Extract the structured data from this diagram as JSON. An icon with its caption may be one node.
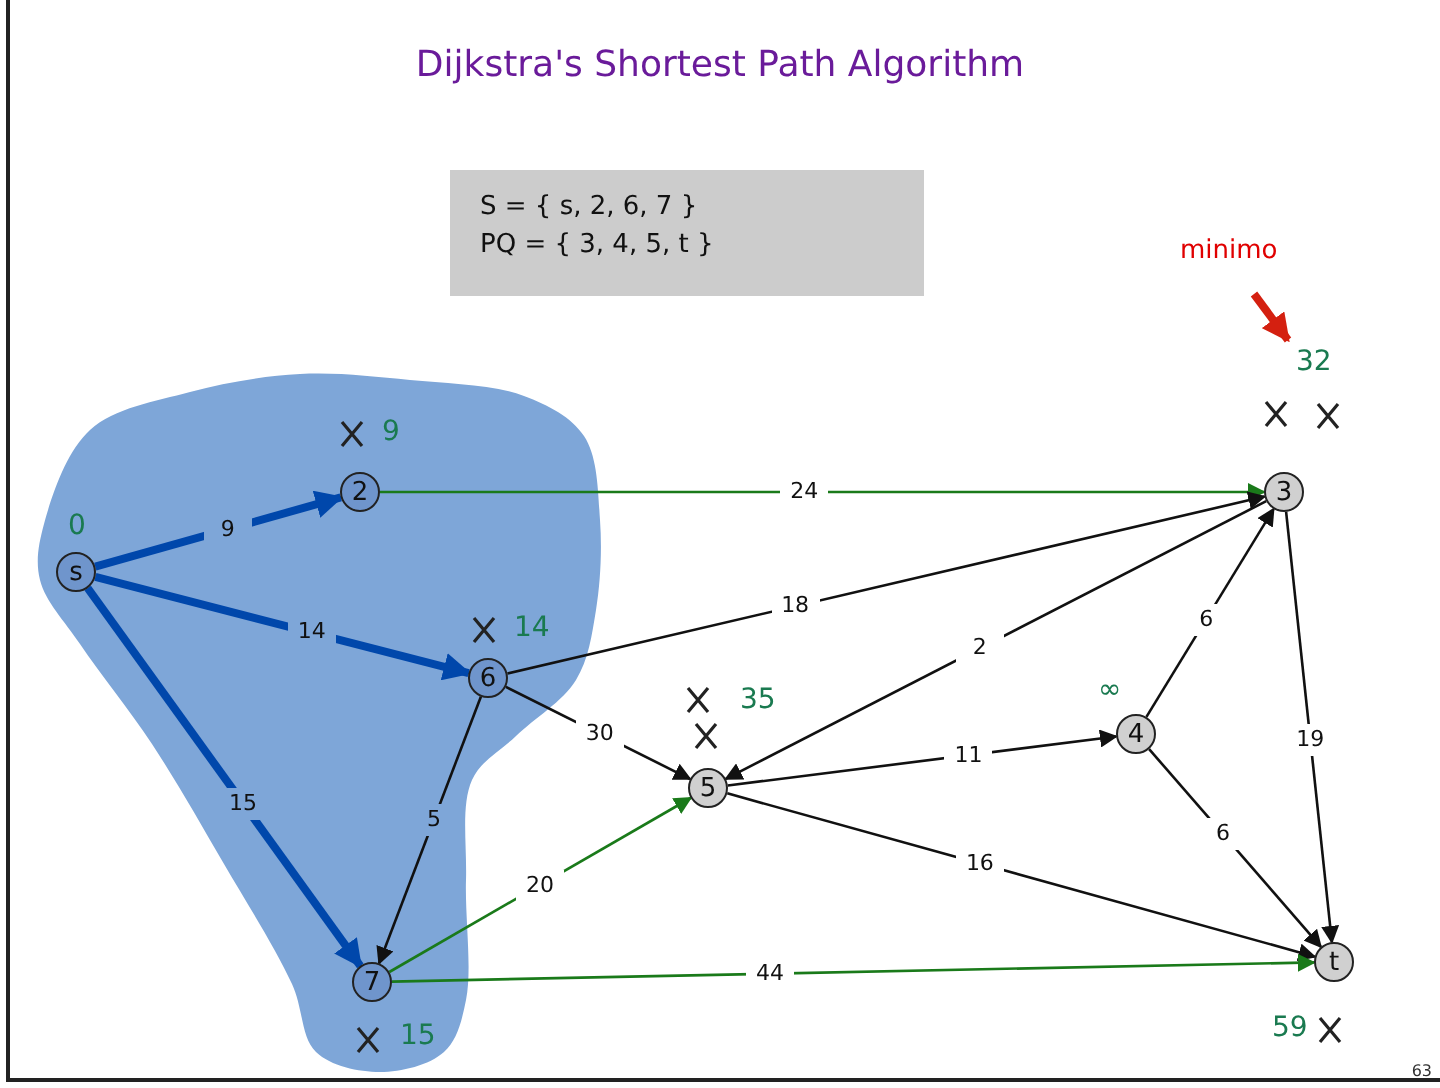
{
  "diagram": {
    "title": "Dijkstra's Shortest Path Algorithm",
    "nodes": [
      {
        "text": [
          "S = { s, 2, 6, 7 }",
          "PQ = { 3, 4, 5, t }"
        ]
      },
      {
        "text": [
          "minimo"
        ]
      },
      {
        "text": [
          "s"
        ],
        "beside": [
          "0"
        ]
      },
      {
        "text": [
          "2"
        ],
        "beside": [
          "9"
        ]
      },
      {
        "text": [
          "3"
        ],
        "beside": [
          "32"
        ]
      },
      {
        "text": [
          "6"
        ],
        "beside": [
          "14"
        ]
      },
      {
        "text": [
          "5"
        ],
        "beside": [
          "35"
        ]
      },
      {
        "text": [
          "4"
        ],
        "beside": [
          "∞"
        ]
      },
      {
        "text": [
          "7"
        ],
        "beside": [
          "15"
        ]
      },
      {
        "text": [
          "t"
        ],
        "beside": [
          "59"
        ]
      }
    ],
    "edges": [
      {
        "from": 1,
        "to": 4,
        "arrow": "to",
        "style": "thick",
        "color": "#d42010"
      },
      {
        "from": 2,
        "to": 3,
        "label": "9",
        "arrow": "to",
        "style": "thick",
        "color": "#0047ab"
      },
      {
        "from": 2,
        "to": 5,
        "label": "14",
        "arrow": "to",
        "style": "thick",
        "color": "#0047ab"
      },
      {
        "from": 2,
        "to": 8,
        "label": "15",
        "arrow": "to",
        "style": "thick",
        "color": "#0047ab"
      },
      {
        "from": 3,
        "to": 4,
        "label": "24",
        "arrow": "to",
        "color": "#1a7a1a"
      },
      {
        "from": 5,
        "to": 4,
        "label": "18",
        "arrow": "to"
      },
      {
        "from": 4,
        "to": 6,
        "label": "2",
        "arrow": "to"
      },
      {
        "from": 7,
        "to": 4,
        "label": "6",
        "arrow": "to"
      },
      {
        "from": 5,
        "to": 6,
        "label": "30",
        "arrow": "to"
      },
      {
        "from": 5,
        "to": 8,
        "label": "5",
        "arrow": "to"
      },
      {
        "from": 8,
        "to": 6,
        "label": "20",
        "arrow": "to",
        "color": "#1a7a1a"
      },
      {
        "from": 6,
        "to": 7,
        "label": "11",
        "arrow": "to"
      },
      {
        "from": 4,
        "to": 9,
        "label": "19",
        "arrow": "to"
      },
      {
        "from": 6,
        "to": 9,
        "label": "16",
        "arrow": "to"
      },
      {
        "from": 7,
        "to": 9,
        "label": "6",
        "arrow": "to"
      },
      {
        "from": 8,
        "to": 9,
        "label": "44",
        "arrow": "to",
        "color": "#1a7a1a"
      }
    ],
    "labels": [
      "63"
    ]
  }
}
